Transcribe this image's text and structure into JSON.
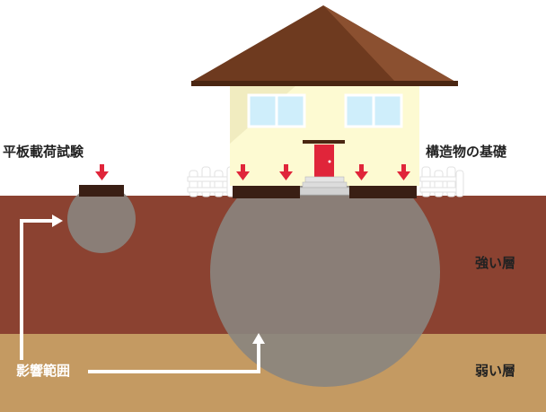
{
  "labels": {
    "plate_load_test": "平板載荷試験",
    "structure_foundation": "構造物の基礎",
    "strong_layer": "強い層",
    "weak_layer": "弱い層",
    "influence_range": "影響範囲"
  },
  "colors": {
    "strong_layer": "#8b4231",
    "weak_layer": "#c49a62",
    "influence_zone": "#8a8580",
    "roof": "#6e3a1f",
    "house_wall": "#fdfad2",
    "door": "#e0253a",
    "window": "#cfeefb",
    "load_arrow": "#e0253a",
    "foundation": "#3a1f14",
    "leader": "#ffffff"
  },
  "icons": [
    "load-arrow-icon",
    "leader-arrow-icon"
  ]
}
